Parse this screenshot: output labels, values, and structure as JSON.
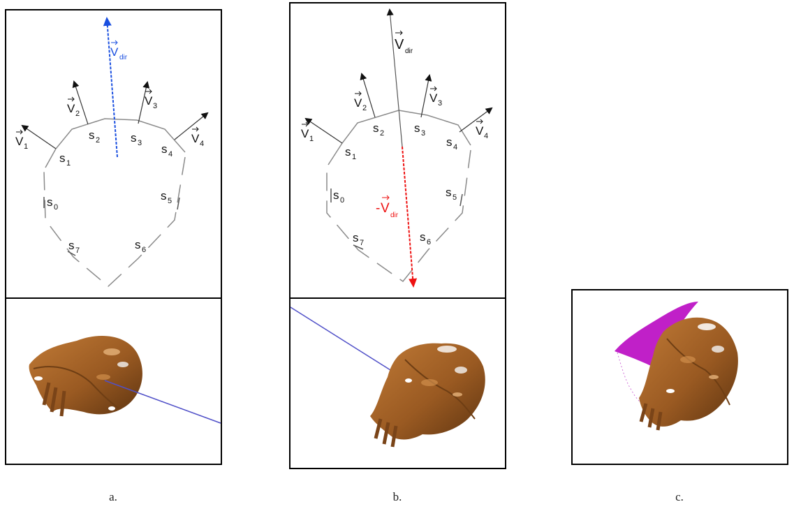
{
  "colors": {
    "panel_border": "#000000",
    "outline": "#8a8a8a",
    "vector": "#222222",
    "v_dir_blue": "#1a4fe0",
    "v_dir_red": "#ee1111",
    "probe_line": "#5050c8",
    "scan_body": "#9a5a22",
    "highlight": "#c020c8"
  },
  "panels": {
    "a": {
      "caption": "a.",
      "segments": [
        {
          "name": "s",
          "sub": "0"
        },
        {
          "name": "s",
          "sub": "1"
        },
        {
          "name": "s",
          "sub": "2"
        },
        {
          "name": "s",
          "sub": "3"
        },
        {
          "name": "s",
          "sub": "4"
        },
        {
          "name": "s",
          "sub": "5"
        },
        {
          "name": "s",
          "sub": "6"
        },
        {
          "name": "s",
          "sub": "7"
        }
      ],
      "vectors": [
        {
          "name": "V",
          "sub": "1"
        },
        {
          "name": "V",
          "sub": "2"
        },
        {
          "name": "V",
          "sub": "3"
        },
        {
          "name": "V",
          "sub": "4"
        }
      ],
      "direction": {
        "name": "V",
        "sub": "dir"
      }
    },
    "b": {
      "caption": "b.",
      "segments": [
        {
          "name": "s",
          "sub": "0"
        },
        {
          "name": "s",
          "sub": "1"
        },
        {
          "name": "s",
          "sub": "2"
        },
        {
          "name": "s",
          "sub": "3"
        },
        {
          "name": "s",
          "sub": "4"
        },
        {
          "name": "s",
          "sub": "5"
        },
        {
          "name": "s",
          "sub": "6"
        },
        {
          "name": "s",
          "sub": "7"
        }
      ],
      "vectors": [
        {
          "name": "V",
          "sub": "1"
        },
        {
          "name": "V",
          "sub": "2"
        },
        {
          "name": "V",
          "sub": "3"
        },
        {
          "name": "V",
          "sub": "4"
        }
      ],
      "direction": {
        "name": "V",
        "sub": "dir"
      },
      "neg_direction": {
        "prefix": "-",
        "name": "V",
        "sub": "dir"
      }
    },
    "c": {
      "caption": "c."
    }
  }
}
